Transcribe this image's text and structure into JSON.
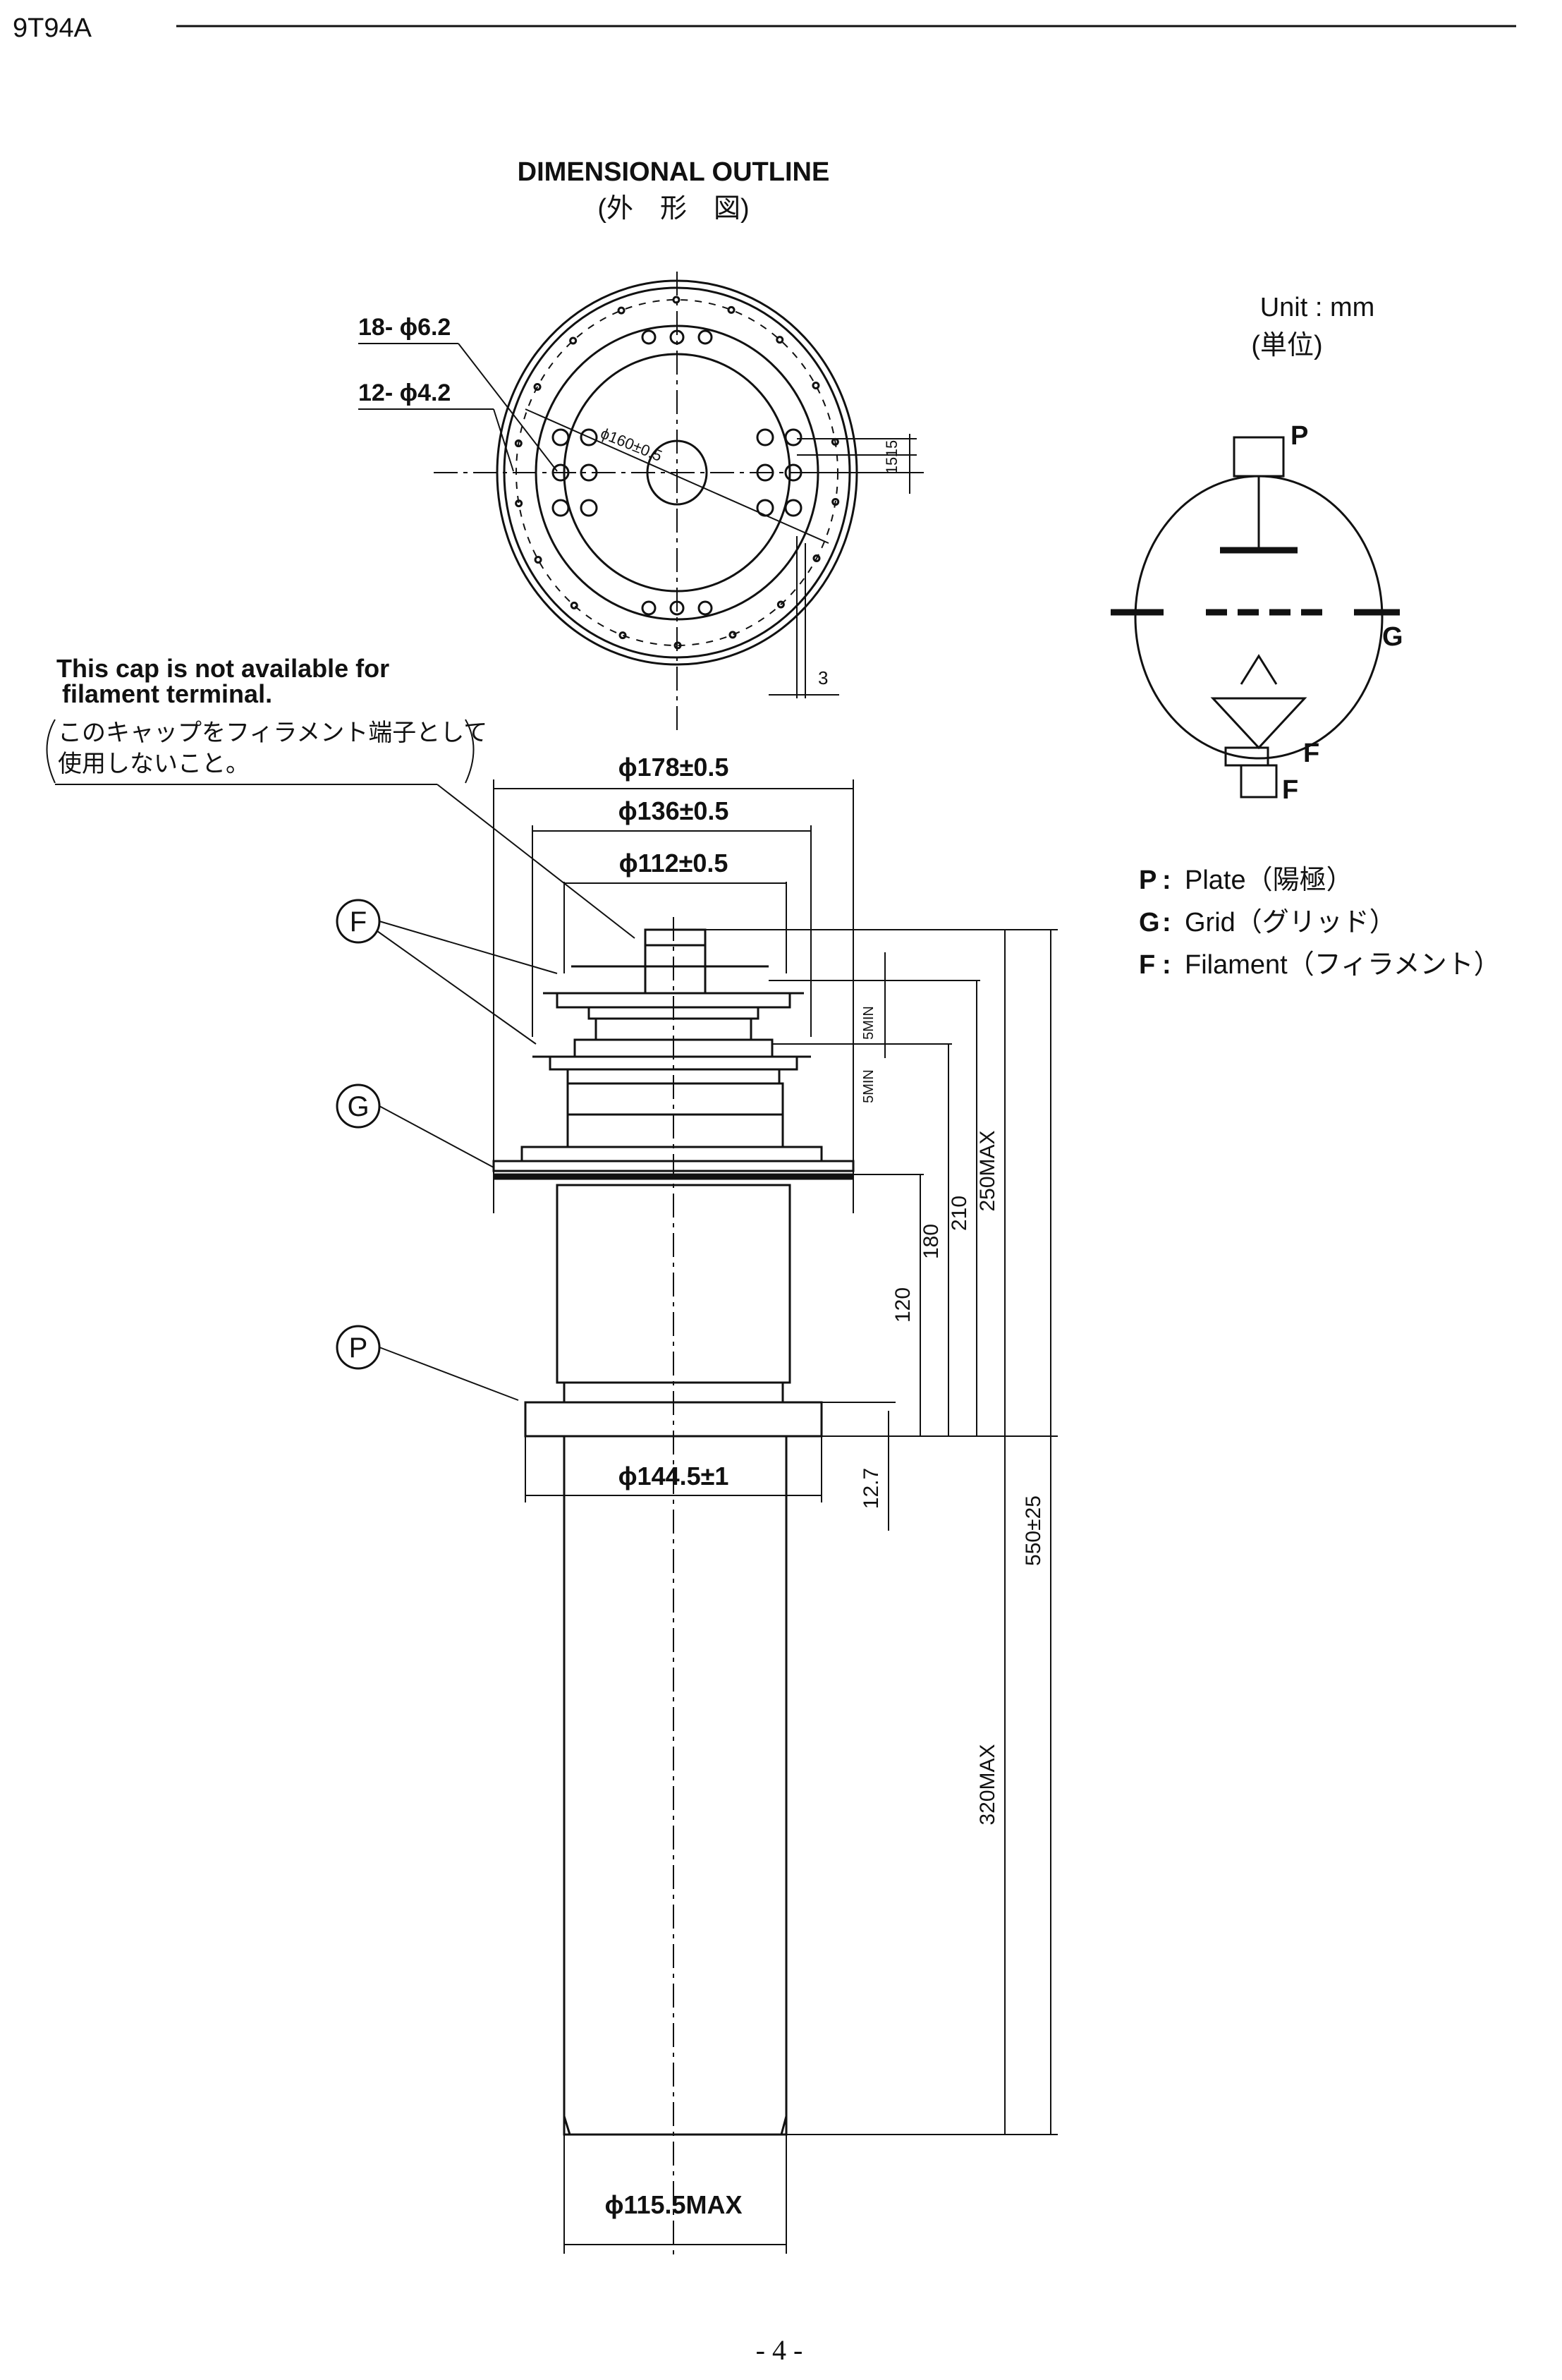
{
  "header": {
    "model": "9T94A"
  },
  "title": {
    "line1": "DIMENSIONAL OUTLINE",
    "line2": "(外　形　図)"
  },
  "unit": {
    "line1": "Unit : mm",
    "line2": "(単位)"
  },
  "note": {
    "en_line1": "This cap is not available for",
    "en_line2": "filament terminal.",
    "jp_line1": "このキャップをフィラメント端子として",
    "jp_line2": "使用しないこと。"
  },
  "top_view": {
    "holes_large": "18- ϕ6.2",
    "holes_small": "12- ϕ4.2",
    "pcd": "ϕ160±0.5",
    "spacing_a": "15",
    "spacing_b": "15",
    "offset": "3"
  },
  "side_view": {
    "dia_178": "ϕ178±0.5",
    "dia_136": "ϕ136±0.5",
    "dia_112": "ϕ112±0.5",
    "dia_1445": "ϕ144.5±1",
    "dia_1155": "ϕ115.5MAX",
    "min_a": "5MIN",
    "min_b": "5MIN",
    "h120": "120",
    "h180": "180",
    "h210": "210",
    "h250": "250MAX",
    "h127": "12.7",
    "h550": "550±25",
    "h320": "320MAX"
  },
  "callouts": {
    "f": "F",
    "g": "G",
    "p": "P"
  },
  "schematic": {
    "p": "P",
    "g": "G",
    "f1": "F",
    "f2": "F"
  },
  "legend": [
    {
      "key": "P",
      "sep": ":",
      "text": "Plate（陽極）"
    },
    {
      "key": "G",
      "sep": ":",
      "text": "Grid（グリッド）"
    },
    {
      "key": "F",
      "sep": ":",
      "text": "Filament（フィラメント）"
    }
  ],
  "footer": {
    "page": "- 4 -"
  }
}
